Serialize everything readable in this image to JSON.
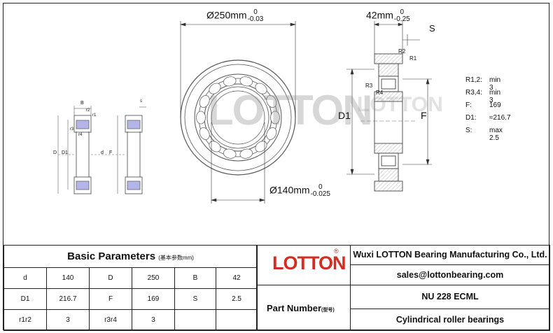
{
  "drawing": {
    "main_dims": {
      "outer_diameter": "Ø250mm",
      "outer_tol_upper": "0",
      "outer_tol_lower": "-0.03",
      "width": "42mm",
      "width_tol_upper": "0",
      "width_tol_lower": "-0.25",
      "bore_diameter": "Ø140mm",
      "bore_tol_upper": "0",
      "bore_tol_lower": "-0.025",
      "S_label": "S",
      "D1_label": "D1",
      "F_label": "F",
      "R1": "R1",
      "R2": "R2",
      "R3": "R3",
      "R4": "R4"
    },
    "small_labels": {
      "B": "B",
      "r1": "r1",
      "r2": "r2",
      "r3": "r3",
      "r4": "r4",
      "D": "D",
      "D1": "D1",
      "d": "d",
      "F": "F",
      "s": "s"
    },
    "watermark": "LOTTON",
    "specs": [
      {
        "label": "R1,2:",
        "value": "min 3"
      },
      {
        "label": "R3,4:",
        "value": "min 3"
      },
      {
        "label": "F:",
        "value": "169"
      },
      {
        "label": "D1:",
        "value": "≈216.7"
      },
      {
        "label": "S:",
        "value": "max 2.5"
      }
    ]
  },
  "table": {
    "title": "Basic Parameters",
    "title_sub": "(基本参数mm)",
    "rows": [
      [
        "d",
        "140",
        "D",
        "250",
        "B",
        "42"
      ],
      [
        "D1",
        "216.7",
        "F",
        "169",
        "S",
        "2.5"
      ],
      [
        "r1r2",
        "3",
        "r3r4",
        "3",
        "",
        ""
      ]
    ]
  },
  "brand": {
    "logo": "LOTTON",
    "reg": "®",
    "part_number_label": "Part Number",
    "part_number_sub": "(型号)",
    "company": "Wuxi LOTTON Bearing Manufacturing Co., Ltd.",
    "email": "sales@lottonbearing.com",
    "part_number": "NU 228 ECML",
    "type": "Cylindrical roller bearings"
  },
  "colors": {
    "roller": "#b3b5e8",
    "logo_red": "#d62b1f",
    "line": "#222222"
  }
}
